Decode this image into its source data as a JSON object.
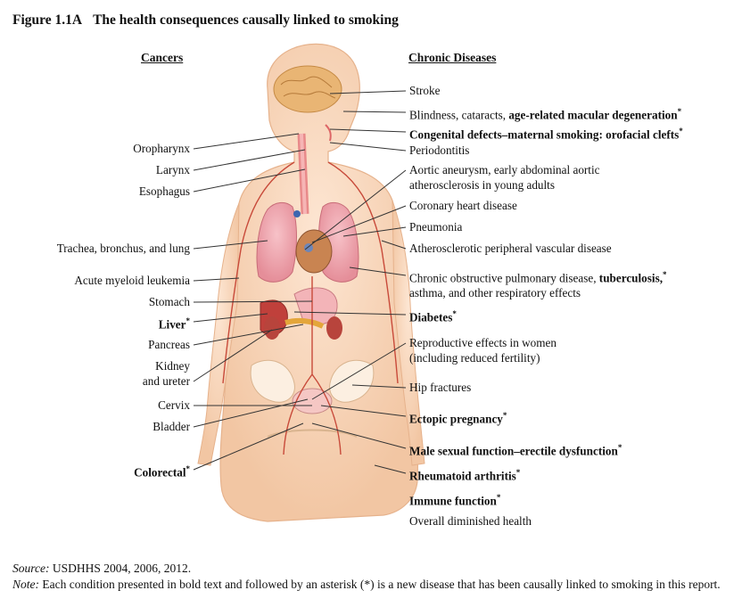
{
  "figure": {
    "number": "Figure 1.1A",
    "title": "The health consequences causally linked to smoking"
  },
  "headings": {
    "cancers": "Cancers",
    "chronic": "Chronic Diseases"
  },
  "cancers": [
    {
      "text": "Oropharynx",
      "bold": false,
      "ast": ""
    },
    {
      "text": "Larynx",
      "bold": false,
      "ast": ""
    },
    {
      "text": "Esophagus",
      "bold": false,
      "ast": ""
    },
    {
      "text": "Trachea, bronchus, and lung",
      "bold": false,
      "ast": ""
    },
    {
      "text": "Acute myeloid leukemia",
      "bold": false,
      "ast": ""
    },
    {
      "text": "Stomach",
      "bold": false,
      "ast": ""
    },
    {
      "text": "Liver",
      "bold": true,
      "ast": "*"
    },
    {
      "text": "Pancreas",
      "bold": false,
      "ast": ""
    },
    {
      "text": "Kidney",
      "text2": "and ureter",
      "bold": false,
      "ast": ""
    },
    {
      "text": "Cervix",
      "bold": false,
      "ast": ""
    },
    {
      "text": "Bladder",
      "bold": false,
      "ast": ""
    },
    {
      "text": "Colorectal",
      "bold": true,
      "ast": "*"
    }
  ],
  "chronic": [
    {
      "text": "Stroke",
      "bold": false,
      "ast": ""
    },
    {
      "text": "Blindness, cataracts, ",
      "bold_part": "age-related macular degeneration",
      "ast": "*"
    },
    {
      "text": "Congenital defects–maternal smoking: orofacial clefts",
      "bold": true,
      "ast": "*"
    },
    {
      "text": "Periodontitis",
      "bold": false,
      "ast": ""
    },
    {
      "text": "Aortic aneurysm, early abdominal aortic",
      "text2": "atherosclerosis in young adults",
      "bold": false,
      "ast": ""
    },
    {
      "text": "Coronary heart disease",
      "bold": false,
      "ast": ""
    },
    {
      "text": "Pneumonia",
      "bold": false,
      "ast": ""
    },
    {
      "text": "Atherosclerotic peripheral vascular disease",
      "bold": false,
      "ast": ""
    },
    {
      "text": "Chronic obstructive pulmonary disease, ",
      "bold_part": "tuberculosis,",
      "ast": "*",
      "text2": "asthma, and other respiratory effects"
    },
    {
      "text": "Diabetes",
      "bold": true,
      "ast": "*"
    },
    {
      "text": "Reproductive effects in women",
      "text2": "(including reduced fertility)",
      "bold": false,
      "ast": ""
    },
    {
      "text": "Hip fractures",
      "bold": false,
      "ast": ""
    },
    {
      "text": "Ectopic pregnancy",
      "bold": true,
      "ast": "*"
    },
    {
      "text": "Male sexual function–erectile dysfunction",
      "bold": true,
      "ast": "*"
    },
    {
      "text": "Rheumatoid arthritis",
      "bold": true,
      "ast": "*"
    },
    {
      "text": "Immune function",
      "bold": true,
      "ast": "*"
    },
    {
      "text": "Overall diminished health",
      "bold": false,
      "ast": ""
    }
  ],
  "footer": {
    "source_label": "Source:",
    "source_text": " USDHHS 2004, 2006, 2012.",
    "note_label": "Note:",
    "note_text": " Each condition presented in bold text and followed by an asterisk (*) is a new disease that has been causally linked to smoking in this report."
  },
  "colors": {
    "skin": "#f6d2b4",
    "skin_edge": "#e8b48e",
    "lung": "#f0a7b0",
    "heart": "#c9754a",
    "brain": "#e6b77a",
    "organ_red": "#b5473e",
    "bone": "#fbe9d6",
    "leader": "#333333"
  }
}
